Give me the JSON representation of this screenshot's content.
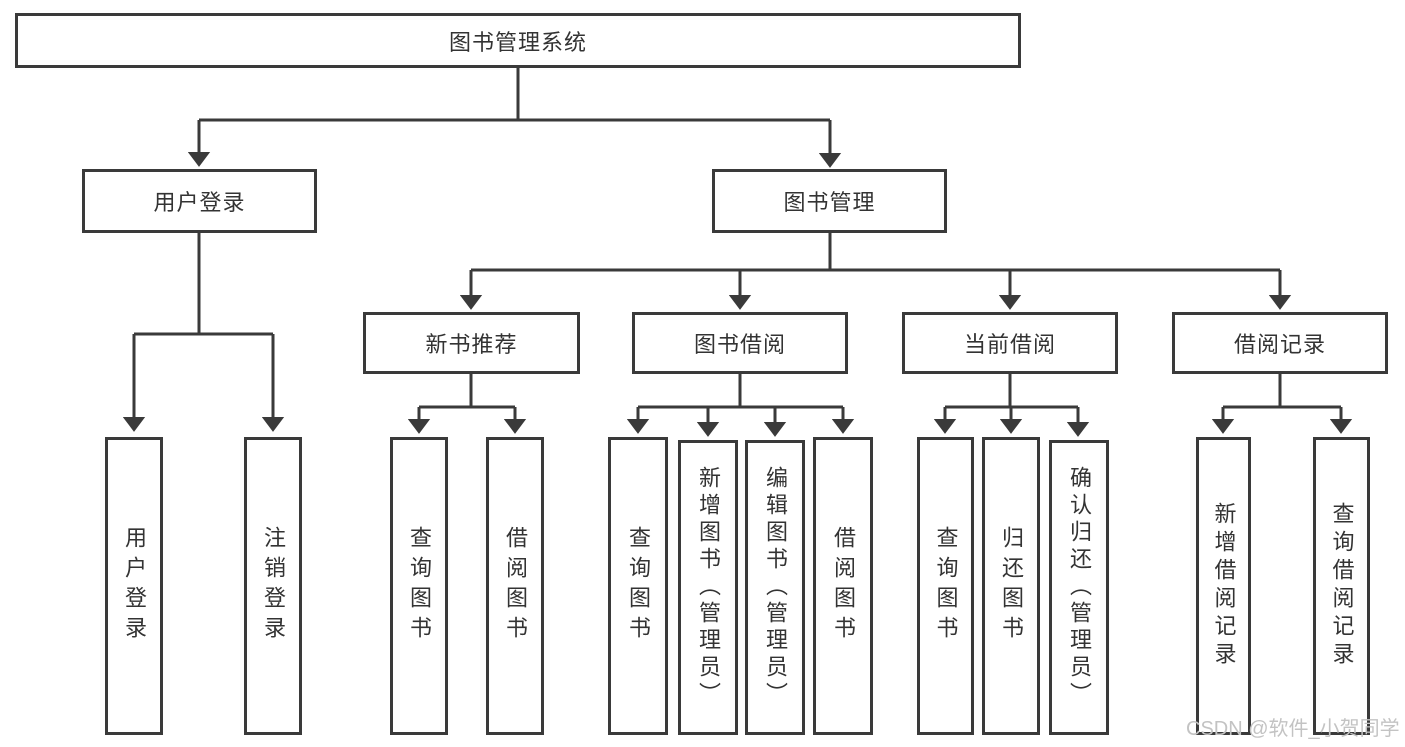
{
  "diagram": {
    "root": {
      "label": "图书管理系统"
    },
    "branches": [
      {
        "label": "用户登录",
        "children": [
          {
            "label": "用户登录"
          },
          {
            "label": "注销登录"
          }
        ]
      },
      {
        "label": "图书管理",
        "sections": [
          {
            "label": "新书推荐",
            "children": [
              {
                "label": "查询图书"
              },
              {
                "label": "借阅图书"
              }
            ]
          },
          {
            "label": "图书借阅",
            "children": [
              {
                "label": "查询图书"
              },
              {
                "label": "新增图书（管理员）"
              },
              {
                "label": "编辑图书（管理员）"
              },
              {
                "label": "借阅图书"
              }
            ]
          },
          {
            "label": "当前借阅",
            "children": [
              {
                "label": "查询图书"
              },
              {
                "label": "归还图书"
              },
              {
                "label": "确认归还（管理员）"
              }
            ]
          },
          {
            "label": "借阅记录",
            "children": [
              {
                "label": "新增借阅记录"
              },
              {
                "label": "查询借阅记录"
              }
            ]
          }
        ]
      }
    ]
  },
  "watermark": {
    "text": "CSDN @软件_小贺同学"
  },
  "colors": {
    "line": "#3a3a3a",
    "text": "#333333",
    "watermark": "#c3c3c3",
    "background": "#ffffff"
  }
}
